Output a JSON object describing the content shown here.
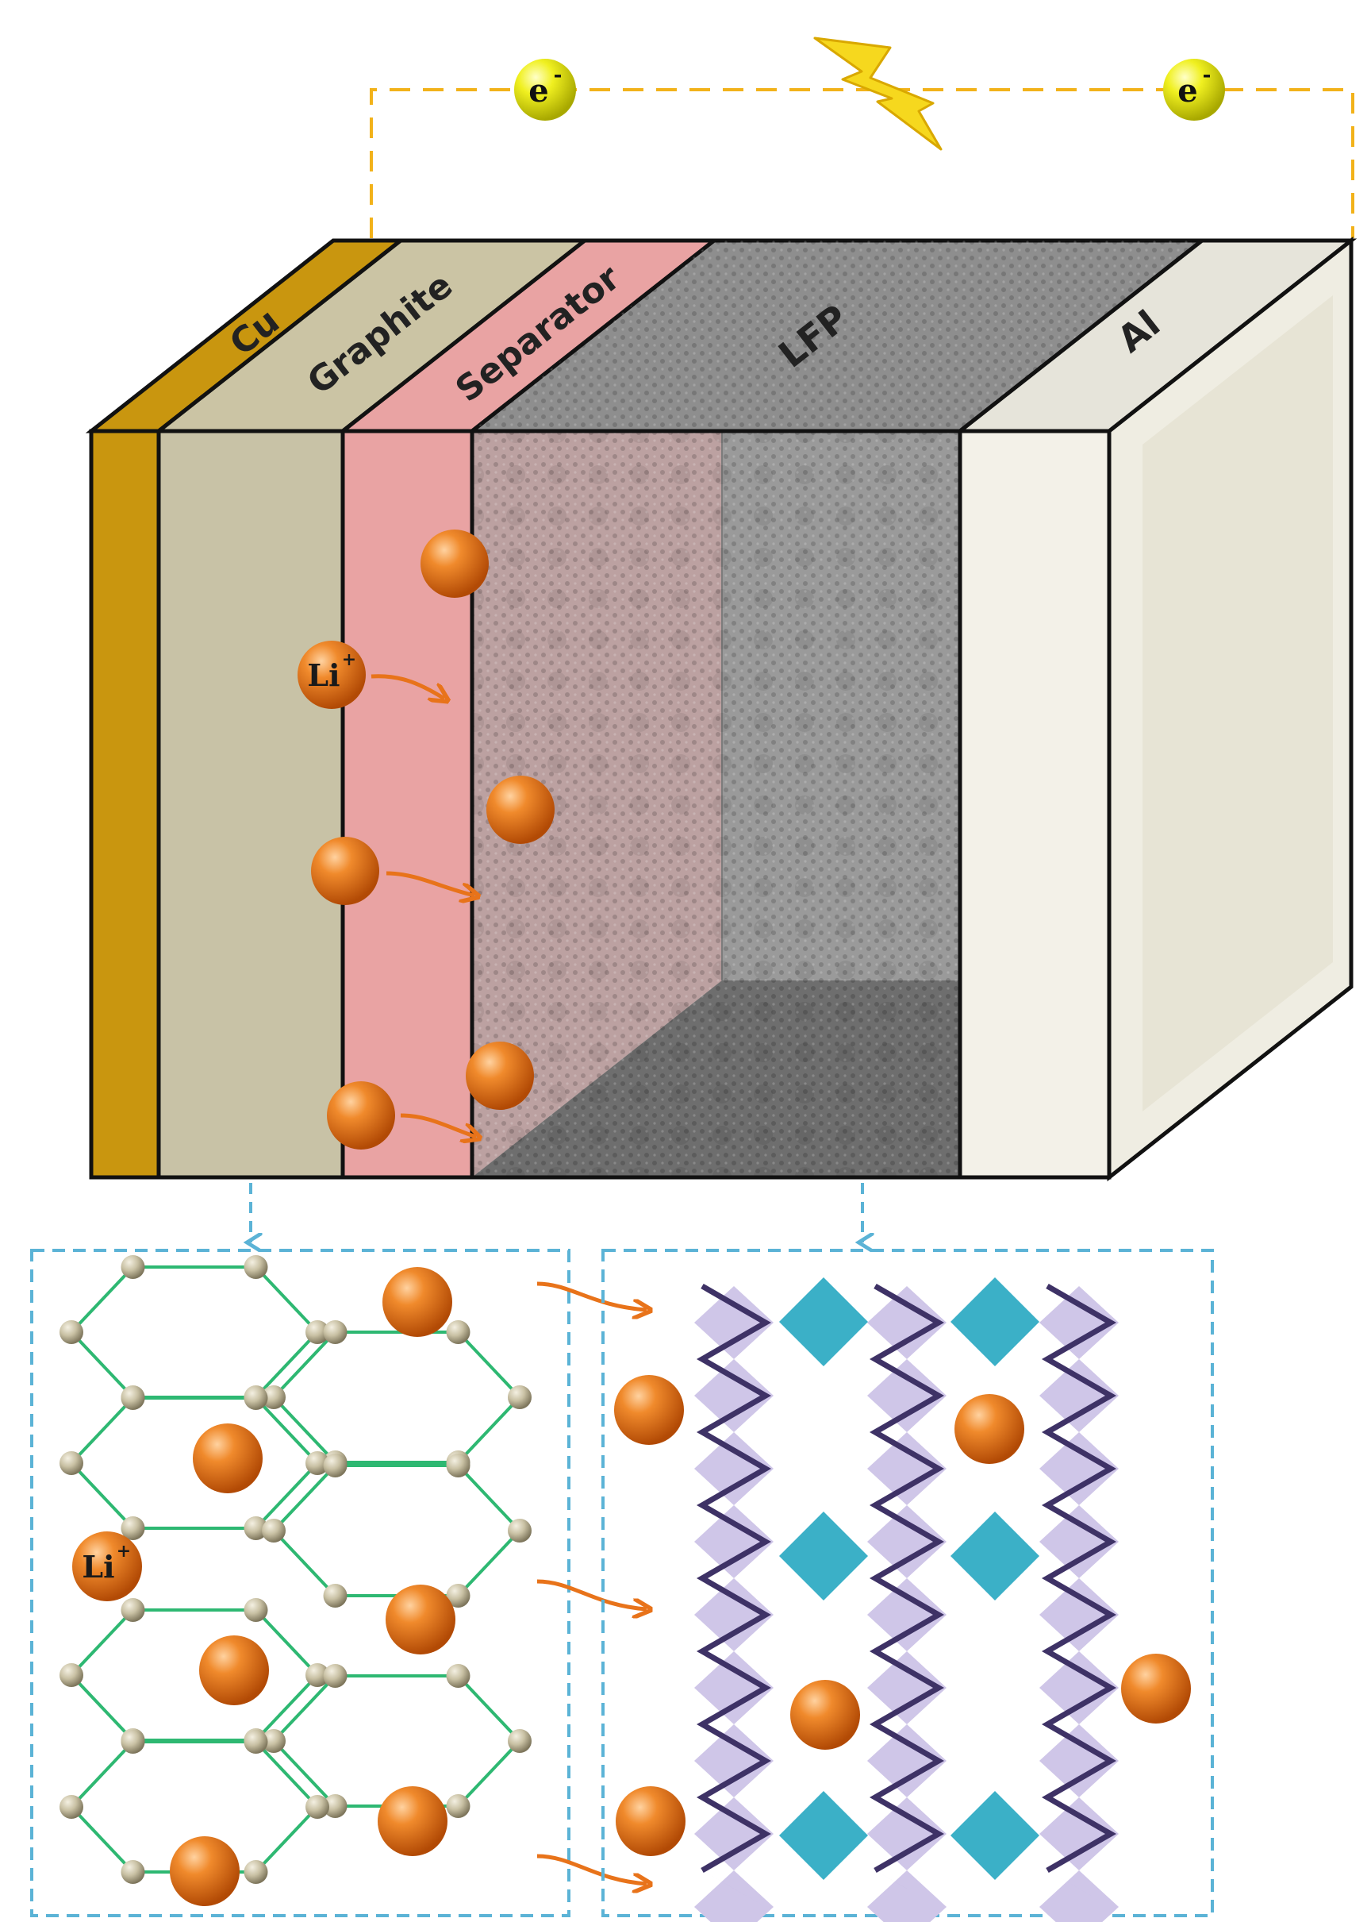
{
  "labels": {
    "cu": "Cu",
    "graphite": "Graphite",
    "separator": "Separator",
    "lfp": "LFP",
    "al": "Al"
  },
  "electron": {
    "symbol": "e",
    "charge": "-"
  },
  "ion": {
    "symbol": "Li",
    "charge": "+"
  },
  "colors": {
    "cu": "#C9960F",
    "graphite": "#C8C2A6",
    "separator": "#E9A3A3",
    "lfp": "#8E8E8E",
    "al": "#ECEAE0",
    "ion": "#E8731A",
    "electron": "#E8E813",
    "circuit": "#F2B21A",
    "zoom_box": "#5BB3D6",
    "graphite_bond": "#2EB872",
    "carbon_atom": "#C9C1A4",
    "lfp_chain": "#A89BD1",
    "lfp_tetra": "#3BB0C7",
    "arrow": "#E8731A"
  },
  "icons": {
    "lightning": "lightning-bolt-icon"
  }
}
